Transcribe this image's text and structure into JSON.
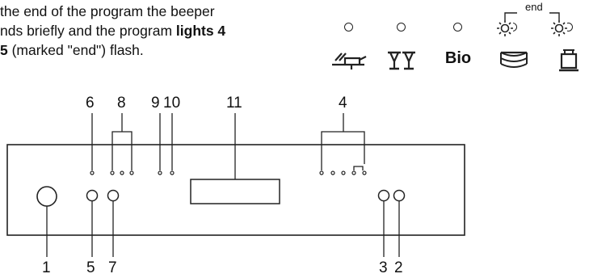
{
  "text": {
    "line1": "the end of the program the beeper",
    "line2_pre": "nds briefly and the program ",
    "line2_bold": "lights 4",
    "line3_bold": " 5",
    "line3_rest": " (marked \"end\") flash."
  },
  "program_indicators": [
    {
      "icon": "pots-and-pans-icon"
    },
    {
      "icon": "glasses-icon"
    },
    {
      "icon": "bio-label",
      "label": "Bio"
    },
    {
      "icon": "stacked-dishes-icon"
    },
    {
      "icon": "single-glass-icon"
    }
  ],
  "end_label": "end",
  "callouts": {
    "c1": "1",
    "c2": "2",
    "c3": "3",
    "c4": "4",
    "c5": "5",
    "c6": "6",
    "c7": "7",
    "c8": "8",
    "c9": "9",
    "c10": "10",
    "c11": "11"
  }
}
